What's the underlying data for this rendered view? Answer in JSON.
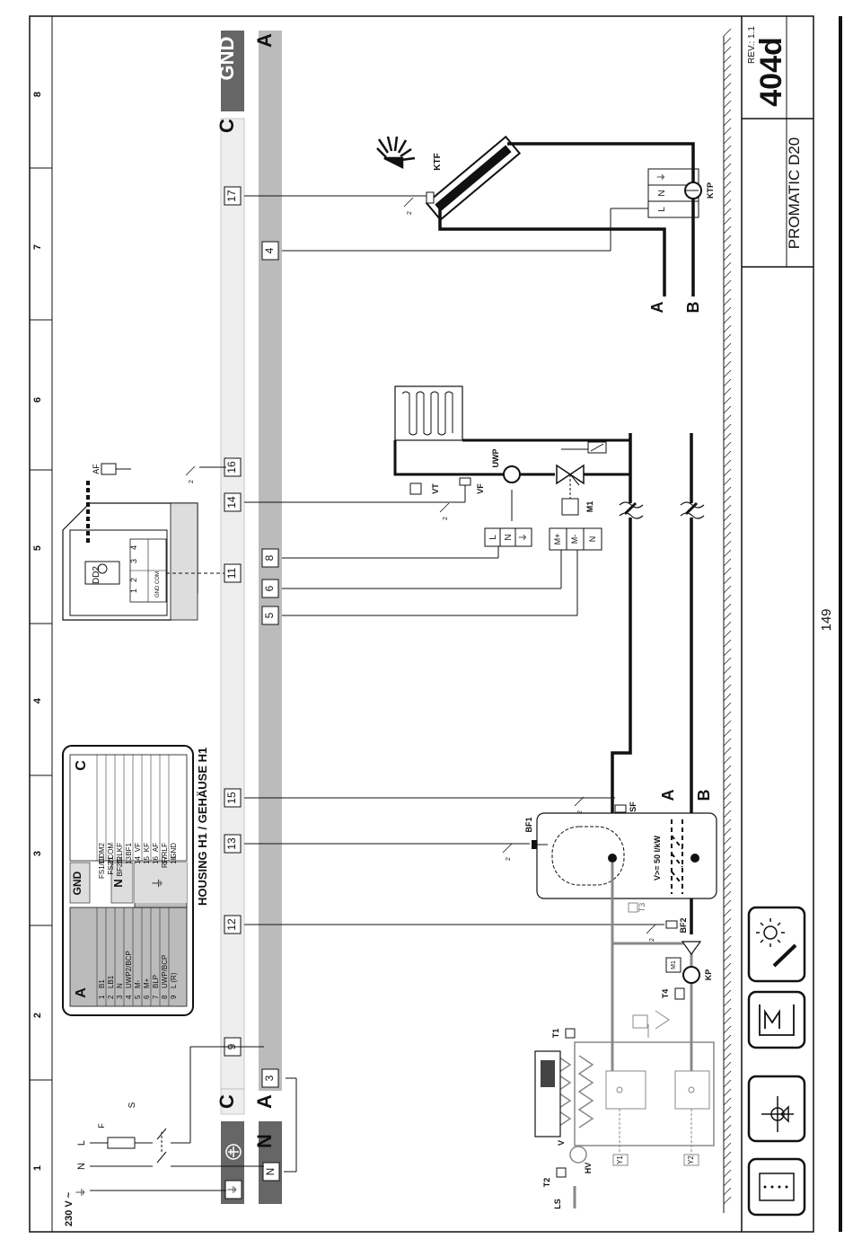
{
  "grid_numbers": [
    "1",
    "2",
    "3",
    "4",
    "5",
    "6",
    "7",
    "8"
  ],
  "page_number": "149",
  "title_block": {
    "code": "404d",
    "rev": "REV.: 1.1",
    "model": "PROMATIC D20"
  },
  "housing_label": "HOUSING H1 / GEHÄUSE H1",
  "bars": {
    "c_label": "C",
    "gnd_label": "GND",
    "a_label": "A",
    "n_label": "N",
    "terminals_c": [
      "9",
      "12",
      "13",
      "15",
      "11",
      "14",
      "16",
      "17"
    ],
    "terminals_a": [
      "3",
      "5",
      "6",
      "8",
      "4"
    ],
    "n_terminal": "N",
    "earth_terminal": "⏚"
  },
  "power": {
    "voltage": "230 V ~",
    "n": "N",
    "l": "L",
    "s": "S",
    "f": "F",
    "earth": "⏚"
  },
  "legend": {
    "a_title": "A",
    "a_rows": [
      [
        "1",
        "B1"
      ],
      [
        "2",
        "LB1"
      ],
      [
        "3",
        "N"
      ],
      [
        "4",
        "UWP2/BCP"
      ],
      [
        "5",
        "M-"
      ],
      [
        "6",
        "M+"
      ],
      [
        "7",
        "BLP"
      ],
      [
        "8",
        "UWP/BCP"
      ],
      [
        "9",
        "L (R)"
      ]
    ],
    "gnd_title": "GND",
    "n_title": "N",
    "earth": "⏚",
    "c_title": "C",
    "c_rows": [
      [
        "10",
        "FS1/COM2"
      ],
      [
        "11",
        "FS2/COM"
      ],
      [
        "12",
        "BF2/RLKF"
      ],
      [
        "13",
        "BF1"
      ],
      [
        "14",
        "VF"
      ],
      [
        "15",
        "KF"
      ],
      [
        "16",
        "AF"
      ],
      [
        "17",
        "RF/RLF"
      ],
      [
        "18",
        "GND"
      ]
    ]
  },
  "components": {
    "dd2": "DD2",
    "af": "AF",
    "ktf": "KTF",
    "ktp": "KTP",
    "uwp": "UWP",
    "vt": "VT",
    "vf": "VF",
    "m1": "M1",
    "sf": "SF",
    "bf1": "BF1",
    "bf2": "BF2",
    "t1": "T1",
    "t2": "T2",
    "t3": "T3",
    "t4": "T4",
    "kp": "KP",
    "m1b": "M1",
    "ls": "LS",
    "hv": "HV",
    "v": "V",
    "y1": "Y1",
    "y2": "Y2",
    "tank_note": "V>= 50 l/kW",
    "line_a": "A",
    "line_b": "B",
    "dd2_term": [
      "1",
      "2",
      "3",
      "4"
    ],
    "dd2_sub": [
      "GND",
      "COM"
    ],
    "pump_term": [
      "L",
      "N",
      "⏚"
    ],
    "mixer_term": [
      "M+",
      "M-",
      "N"
    ],
    "ktp_term": [
      "L",
      "N",
      "⏚"
    ],
    "wire_mark": "2"
  }
}
